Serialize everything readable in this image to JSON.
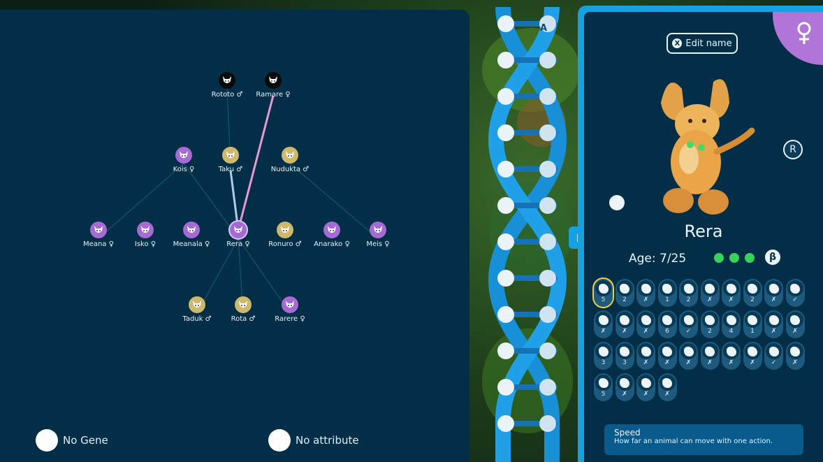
{
  "tree": {
    "nodes": [
      {
        "id": "rototo",
        "name": "Rototo ♂",
        "color": "black"
      },
      {
        "id": "ramare",
        "name": "Ramare ♀",
        "color": "black"
      },
      {
        "id": "kois",
        "name": "Kois ♀",
        "color": "purple"
      },
      {
        "id": "taku",
        "name": "Taku ♂",
        "color": "gold"
      },
      {
        "id": "nudukta",
        "name": "Nudukta ♂",
        "color": "gold"
      },
      {
        "id": "meana",
        "name": "Meana ♀",
        "color": "purple"
      },
      {
        "id": "isko",
        "name": "Isko ♀",
        "color": "purple"
      },
      {
        "id": "meanala",
        "name": "Meanala ♀",
        "color": "purple"
      },
      {
        "id": "rera",
        "name": "Rera ♀",
        "color": "purple",
        "selected": true
      },
      {
        "id": "ronuro",
        "name": "Ronuro ♂",
        "color": "gold"
      },
      {
        "id": "anarako",
        "name": "Anarako ♀",
        "color": "purple"
      },
      {
        "id": "meis",
        "name": "Meis ♀",
        "color": "purple"
      },
      {
        "id": "taduk",
        "name": "Taduk ♂",
        "color": "gold"
      },
      {
        "id": "rota",
        "name": "Rota ♂",
        "color": "gold"
      },
      {
        "id": "rarere",
        "name": "Rarere ♀",
        "color": "purple"
      }
    ],
    "links": [
      {
        "from": "ramare",
        "to": "rera",
        "color": "#e79ad0"
      },
      {
        "from": "taku",
        "to": "rera",
        "color": "#b2c9ec"
      }
    ],
    "legend": [
      {
        "label": "No Gene"
      },
      {
        "label": "No attribute"
      }
    ]
  },
  "dna": {
    "top_left_icon": "shield-icon",
    "top_right_label": "A",
    "rows": 12
  },
  "creature": {
    "edit_name_label": "Edit name",
    "edit_name_key": "X",
    "gender_symbol": "♀",
    "rotate_key": "R",
    "name": "Rera",
    "age_label": "Age:",
    "age_value": "7/25",
    "health_dots": 3,
    "beta_symbol": "β",
    "side_key": "L",
    "dot_color": "#37d259",
    "accent": "#16a0df",
    "gender_color": "#b174d8"
  },
  "traits": [
    [
      "5",
      "2",
      "✗",
      "1",
      "2",
      "✗",
      "✗",
      "2",
      "✗",
      "✓"
    ],
    [
      "✗",
      "✗",
      "✗",
      "6",
      "✓",
      "2",
      "4",
      "1",
      "✗",
      "✗"
    ],
    [
      "3",
      "3",
      "✗",
      "✗",
      "✗",
      "✗",
      "✗",
      "✗",
      "✓",
      "✗"
    ],
    [
      "5",
      "✗",
      "✗",
      "✗"
    ]
  ],
  "tooltip": {
    "title": "Speed",
    "text": "How far an animal can move with one action."
  }
}
